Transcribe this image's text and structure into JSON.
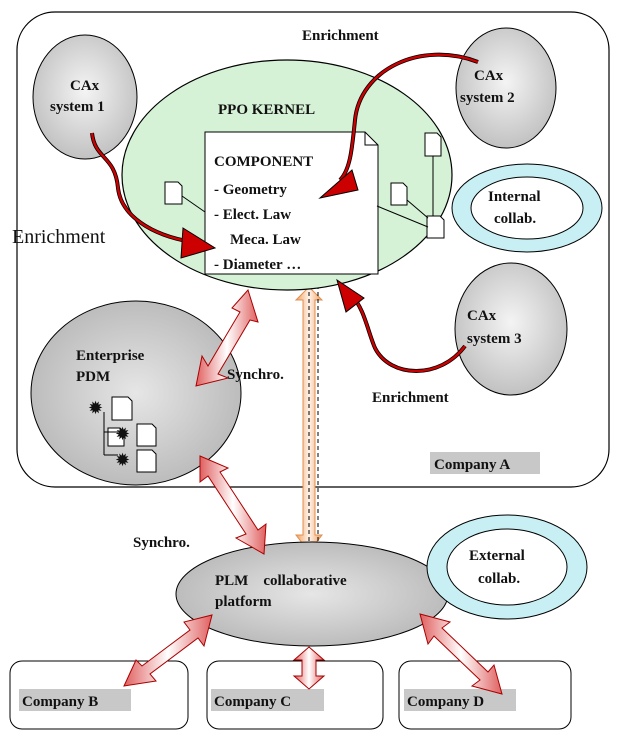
{
  "labels": {
    "enrichment_top": "Enrichment",
    "enrichment_left": "Enrichment",
    "enrichment_bottom": "Enrichment",
    "synchro_upper": "Synchro.",
    "synchro_lower": "Synchro.",
    "company_a": "Company A"
  },
  "cax": {
    "sys1_line1": "CAx",
    "sys1_line2": "system 1",
    "sys2_line1": "CAx",
    "sys2_line2": "system 2",
    "sys3_line1": "CAx",
    "sys3_line2": "system 3"
  },
  "kernel": {
    "title": "PPO KERNEL",
    "component_lines": [
      "COMPONENT",
      "- Geometry",
      "- Elect. Law",
      "Meca. Law",
      "- Diameter …"
    ]
  },
  "internal": {
    "line1": "Internal",
    "line2": "collab."
  },
  "external": {
    "line1": "External",
    "line2": "collab."
  },
  "pdm": {
    "line1": "Enterprise",
    "line2": "PDM"
  },
  "plm": {
    "line1": "PLM    collaborative",
    "line2": "platform"
  },
  "companies": [
    "Company B",
    "Company C",
    "Company D"
  ],
  "colors": {
    "kernel_fill": "#d6f2d6",
    "cax_fill": "#cccccc",
    "collab_ring": "#c8f0f4",
    "company_a_fill": "#c8c8c8",
    "arrow_red": "#cc0000",
    "arrow_orange": "#f0a868"
  }
}
